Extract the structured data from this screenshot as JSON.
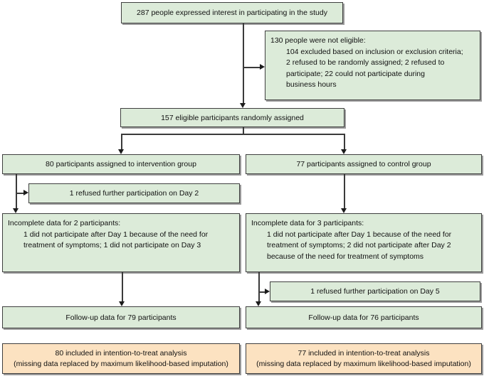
{
  "diagram_type": "consort-participant-flowchart",
  "colors": {
    "box_fill_green": "#dcebd9",
    "box_fill_orange": "#fce2c1",
    "box_border": "#3f3f3f",
    "box_shadow": "#9a9a9a",
    "arrow": "#1c1c1c"
  },
  "boxes": {
    "interest": "287 people expressed interest in participating in the study",
    "not_eligible_head": "130 people were not eligible:",
    "not_eligible_detail": "104 excluded based on inclusion or exclusion criteria;\n2 refused to be randomly assigned; 2 refused to\nparticipate; 22 could not participate during\nbusiness hours",
    "randomized": "157 eligible participants randomly assigned",
    "intervention_group": "80 participants assigned to intervention group",
    "control_group": "77 participants assigned to control group",
    "refused_day2": "1 refused further participation on Day 2",
    "incomplete_left_head": "Incomplete data for 2 participants:",
    "incomplete_left_detail": "1 did not participate after Day 1 because of the need for\ntreatment of symptoms; 1 did not participate on Day 3",
    "incomplete_right_head": "Incomplete data for 3 participants:",
    "incomplete_right_detail": "1 did not participate after Day 1 because of the need for\ntreatment of symptoms; 2 did not participate after Day 2\nbecause of the need for treatment of symptoms",
    "refused_day5": "1 refused further participation on Day 5",
    "followup_left": "Follow-up data for 79 participants",
    "followup_right": "Follow-up data for 76 participants",
    "itt_left_line1": "80 included in intention-to-treat analysis",
    "itt_left_line2": "(missing data replaced by maximum likelihood-based imputation)",
    "itt_right_line1": "77 included in intention-to-treat analysis",
    "itt_right_line2": "(missing data replaced by maximum likelihood-based imputation)"
  }
}
